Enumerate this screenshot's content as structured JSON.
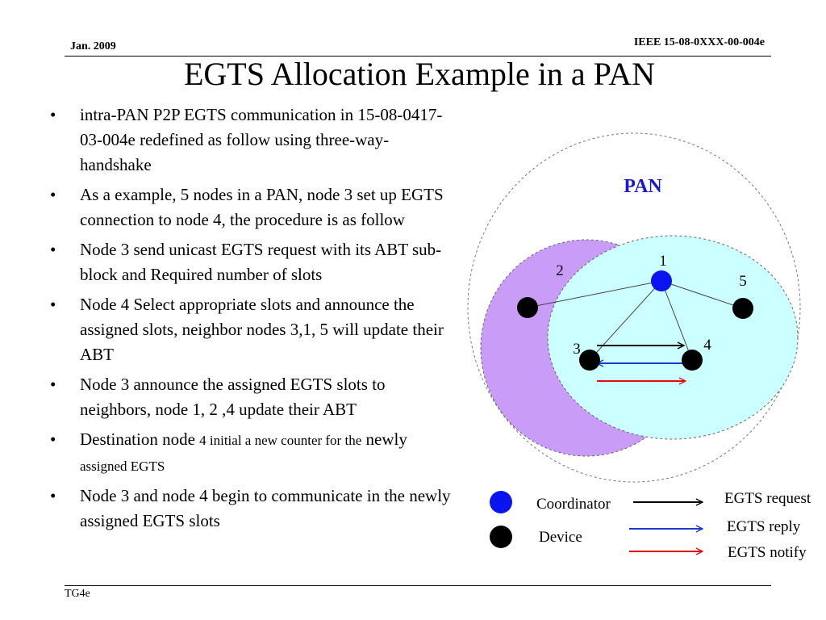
{
  "header": {
    "date": "Jan. 2009",
    "doc_id": "IEEE 15-08-0XXX-00-004e"
  },
  "title": "EGTS Allocation Example in a PAN",
  "bullets": [
    {
      "text": "intra-PAN P2P EGTS communication in 15-08-0417-03-004e redefined as follow  using three-way-handshake"
    },
    {
      "text": "As a example, 5 nodes in a PAN, node 3 set up EGTS connection  to node 4, the procedure is as follow"
    },
    {
      "text": "Node 3 send unicast EGTS request with its ABT sub-block and Required number of slots"
    },
    {
      "text": "Node 4 Select appropriate slots and announce the assigned slots, neighbor nodes 3,1, 5 will update their ABT"
    },
    {
      "text": "Node 3 announce the assigned EGTS slots to neighbors,  node 1, 2 ,4 update their ABT"
    },
    {
      "parts": [
        "Destination node ",
        "4 initial a new counter for the",
        " newly ",
        "assigned EGTS"
      ]
    },
    {
      "text": "Node 3 and node 4 begin to communicate in the newly assigned EGTS slots"
    }
  ],
  "diagram": {
    "pan_label": "PAN",
    "nodes": [
      {
        "id": "1",
        "role": "coordinator"
      },
      {
        "id": "2",
        "role": "device"
      },
      {
        "id": "3",
        "role": "device"
      },
      {
        "id": "4",
        "role": "device"
      },
      {
        "id": "5",
        "role": "device"
      }
    ],
    "legend": {
      "coordinator": "Coordinator",
      "device": "Device",
      "request": "EGTS request",
      "reply": "EGTS reply",
      "notify": "EGTS notify"
    },
    "colors": {
      "coordinator": "#0a14f0",
      "device": "#000000",
      "node2_range": "#c99cf8",
      "coord_range": "#ccffff",
      "pan_label": "#1a1acc",
      "request": "#000000",
      "reply": "#1a3ccc",
      "notify": "#e01010"
    }
  },
  "footer": "TG4e"
}
